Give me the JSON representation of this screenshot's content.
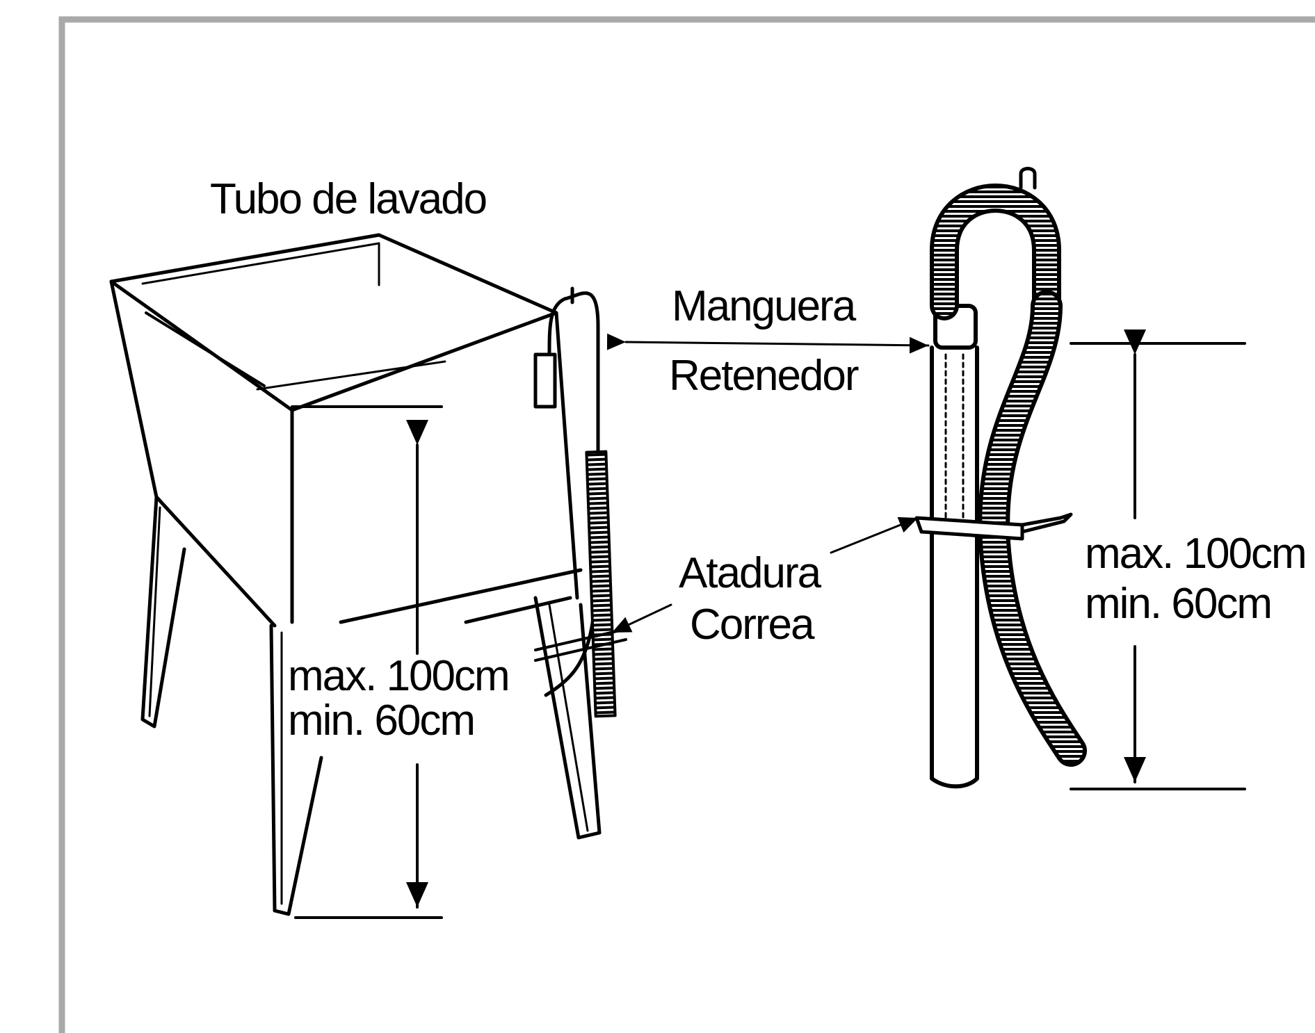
{
  "labels": {
    "tub": "Tubo de lavado",
    "hose": "Manguera",
    "retainer": "Retenedor",
    "tie": "Atadura",
    "strap": "Correa",
    "left_height_max": "max. 100cm",
    "left_height_min": "min. 60cm",
    "right_height_max": "max. 100cm",
    "right_height_min": "min. 60cm"
  },
  "colors": {
    "stroke": "#000000",
    "frame": "#a9a9a9",
    "background": "#ffffff"
  }
}
